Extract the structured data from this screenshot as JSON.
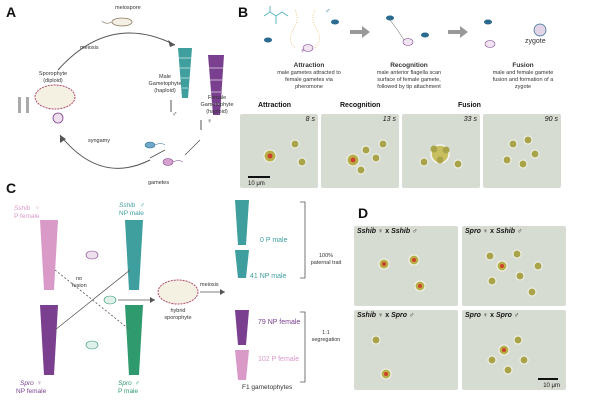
{
  "panels": {
    "a": "A",
    "b": "B",
    "c": "C",
    "d": "D"
  },
  "panel_a": {
    "meiospore": "meiospore",
    "meiosis": "meiosis",
    "sporophyte_name": "Sporophyte",
    "sporophyte_ploidy": "(diploid)",
    "male_gametophyte_1": "Male",
    "male_gametophyte_2": "Gametophyte",
    "male_gametophyte_3": "(haploid)",
    "female_gametophyte_1": "Female",
    "female_gametophyte_2": "Gametophyte",
    "female_gametophyte_3": "(haploid)",
    "syngamy": "syngamy",
    "gametes": "gametes",
    "sym_male": "♂",
    "sym_female": "♀"
  },
  "panel_b": {
    "step1_title": "Attraction",
    "step1_desc_1": "male gametes attracted to",
    "step1_desc_2": "female gametes via",
    "step1_desc_3": "pheromone",
    "step2_title": "Recognition",
    "step2_desc_1": "male anterior flagella scan",
    "step2_desc_2": "surface of female gamete,",
    "step2_desc_3": "followed by tip attachment",
    "step3_title": "Fusion",
    "step3_desc_1": "male and female gamete",
    "step3_desc_2": "fusion and formation of a",
    "step3_desc_3": "zygote",
    "zygote": "zygote",
    "micro_labels": [
      "Attraction",
      "Recognition",
      "Fusion"
    ],
    "times": [
      "8 s",
      "13 s",
      "33 s",
      "90 s"
    ],
    "scale": "10 μm"
  },
  "panel_c": {
    "sshib_species": "Sshib",
    "sshib_female_sym": "♀",
    "sshib_female_type": "P female",
    "sshib_male_sym": "♂",
    "sshib_male_type": "NP male",
    "spro_species": "Spro",
    "spro_female_sym": "♀",
    "spro_female_type": "NP female",
    "spro_male_sym": "♂",
    "spro_male_type": "P male",
    "no_fusion_1": "no",
    "no_fusion_2": "fusion",
    "hybrid_1": "hybrid",
    "hybrid_2": "sporophyte",
    "meiosis": "meiosis",
    "result_0p": "0 P male",
    "result_41np": "41 NP male",
    "result_79np": "79 NP female",
    "result_102p": "102 P female",
    "paternal_1": "100%",
    "paternal_2": "paternal trait",
    "segregation_1": "1:1",
    "segregation_2": "segregation",
    "f1": "F1 gametophytes"
  },
  "panel_d": {
    "cross_1_f": "Sshib",
    "cross_1_m": "Sshib",
    "cross_2_f": "Spro",
    "cross_2_m": "Sshib",
    "cross_3_f": "Sshib",
    "cross_3_m": "Spro",
    "cross_4_f": "Spro",
    "cross_4_m": "Spro",
    "sym_f": "♀",
    "sym_x": "x",
    "sym_m": "♂",
    "scale": "10 μm"
  },
  "colors": {
    "teal": "#3f9e9e",
    "purple": "#7a3f8f",
    "pink": "#d99ac8",
    "green": "#2f9a6e",
    "arrow": "#555555",
    "micro_bg": "#d5dbd0",
    "cell_body": "#9a9a3a",
    "eyespot": "#d0412c"
  }
}
